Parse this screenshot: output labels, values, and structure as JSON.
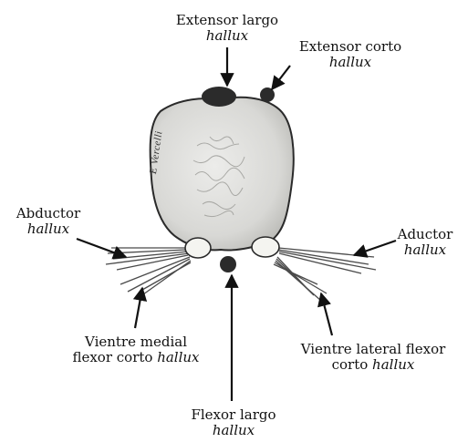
{
  "labels": {
    "extensor_largo": {
      "line1": "Extensor largo",
      "line2": "hallux"
    },
    "extensor_corto": {
      "line1": "Extensor corto",
      "line2": "hallux"
    },
    "abductor": {
      "line1": "Abductor",
      "line2": "hallux"
    },
    "aductor": {
      "line1": "Aductor",
      "line2": "hallux"
    },
    "vientre_medial": {
      "line1": "Vientre medial",
      "line2a": "flexor corto ",
      "line2b": "hallux"
    },
    "vientre_lateral": {
      "line1": "Vientre lateral flexor",
      "line2a": "corto ",
      "line2b": "hallux"
    },
    "flexor_largo": {
      "line1": "Flexor largo",
      "line2": "hallux"
    }
  },
  "signature": "E Vercelli",
  "colors": {
    "bone": "#d9d9d6",
    "bone_outline": "#2a2a2a",
    "tendon_dark": "#2b2b2b",
    "sesamoid": "#f4f4f0",
    "muscle_fiber": "#444444"
  }
}
